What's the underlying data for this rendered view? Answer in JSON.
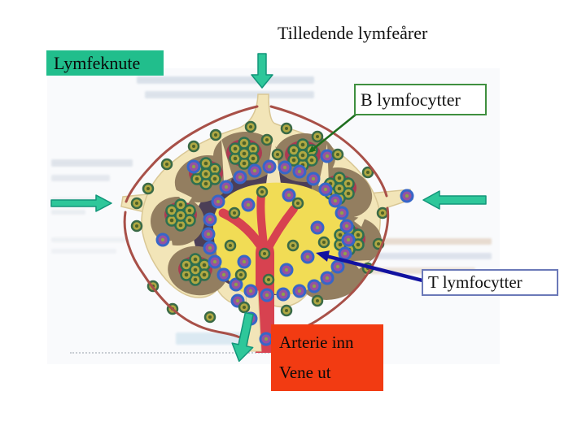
{
  "slide": {
    "title": "Tilledende lymfeårer",
    "node_label": "Lymfeknute",
    "b_cells_label": "B lymfocytter",
    "t_cells_label": "T lymfocytter",
    "vessels_label_line1": "Arterie inn",
    "vessels_label_line2": "Vene ut",
    "flow_arrows": [
      {
        "id": "top",
        "direction": "down"
      },
      {
        "id": "left",
        "direction": "right"
      },
      {
        "id": "right",
        "direction": "left"
      },
      {
        "id": "bottom",
        "direction": "down"
      }
    ],
    "colors": {
      "label_green_bg": "#21BE8C",
      "label_red_bg": "#F23B12",
      "b_box_border": "#3F8F3F",
      "t_box_border": "#6B79B8",
      "b_arrow": "#1E6E1E",
      "t_arrow": "#1212A0",
      "flow_arrow_fill": "#2EC79A",
      "flow_arrow_stroke": "#12967A",
      "capsule": "#A85048",
      "cortex_cream": "#F2E5B8",
      "follicle_brown": "#937E60",
      "germinal_red": "#AC3A52",
      "paracortex_purple": "#4C3F57",
      "medulla_yellow": "#F1DC55",
      "vessel_red": "#D74250",
      "b_cell_ring": "#2E7050",
      "b_cell_fill": "#AFA843",
      "t_cell_ring": "#3766C8",
      "t_cell_fill": "#9552A2"
    }
  }
}
